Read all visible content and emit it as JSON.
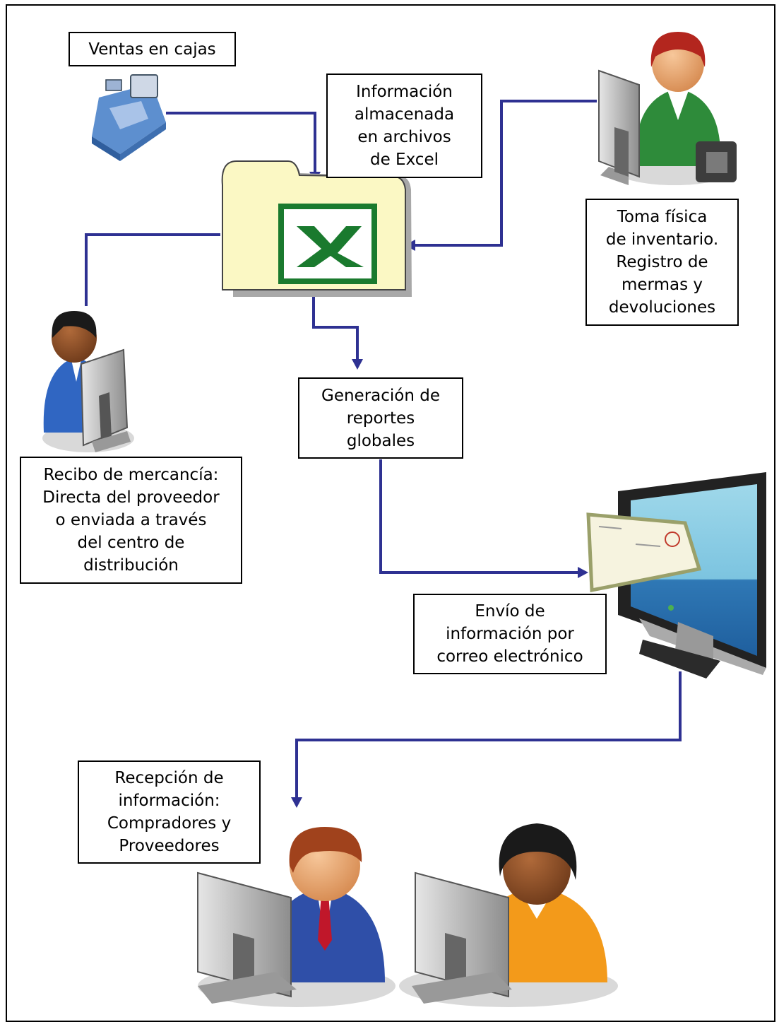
{
  "labels": {
    "ventas": "Ventas en cajas",
    "informacion": "Información\nalmacenada\nen archivos\nde Excel",
    "toma": "Toma física\nde inventario.\nRegistro de\nmermas y\ndevoluciones",
    "generacion": "Generación de\nreportes\nglobales",
    "recibo": "Recibo de mercancía:\nDirecta del proveedor\no enviada a través\ndel centro de\ndistribución",
    "envio": "Envío de\ninformación por\ncorreo electrónico",
    "recepcion": "Recepción de\ninformación:\nCompradores y\nProveedores"
  },
  "colors": {
    "connector": "#2e3192",
    "folder": "#fbf8c4",
    "excel_green": "#1a7a2e"
  },
  "icons": [
    "cash-register-icon",
    "excel-folder-icon",
    "user-woman-phone-icon",
    "user-man-blue-icon",
    "email-monitor-icon",
    "user-man-red-tie-icon",
    "user-woman-orange-icon"
  ]
}
